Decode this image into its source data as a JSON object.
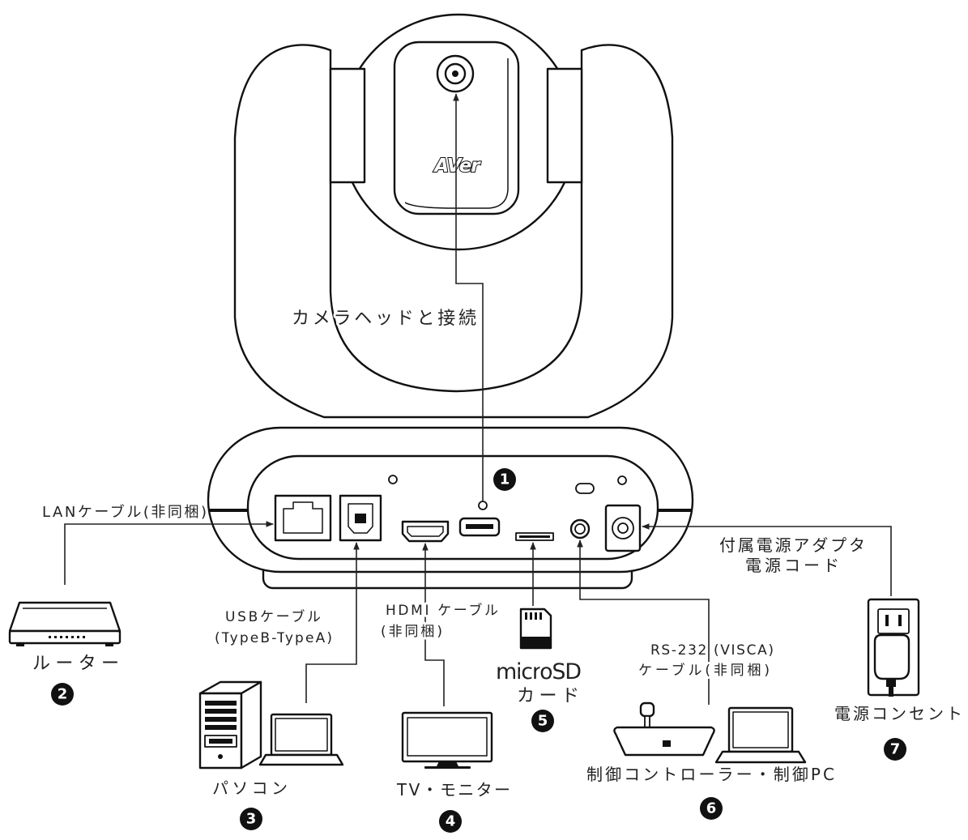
{
  "camera": {
    "logo": "AVer",
    "head_connection_label": "カメラヘッドと接続",
    "usb_port_number": "1"
  },
  "connections": {
    "lan": {
      "cable": "LANケーブル(非同梱)",
      "device": "ルーター",
      "number": "2"
    },
    "usb": {
      "cable_line1": "USBケーブル",
      "cable_line2": "(TypeB-TypeA)",
      "device": "パソコン",
      "number": "3"
    },
    "hdmi": {
      "cable_line1": "HDMI ケーブル",
      "cable_line2": "(非同梱)",
      "device": "TV・モニター",
      "number": "4"
    },
    "microsd": {
      "label_line1": "microSD",
      "label_line2": "カード",
      "number": "5"
    },
    "rs232": {
      "cable_line1": "RS-232 (VISCA)",
      "cable_line2": "ケーブル(非同梱)",
      "device": "制御コントローラー・制御PC",
      "number": "6"
    },
    "power": {
      "cable_line1": "付属電源アダプタ",
      "cable_line2": "電源コード",
      "device": "電源コンセント",
      "number": "7"
    }
  }
}
